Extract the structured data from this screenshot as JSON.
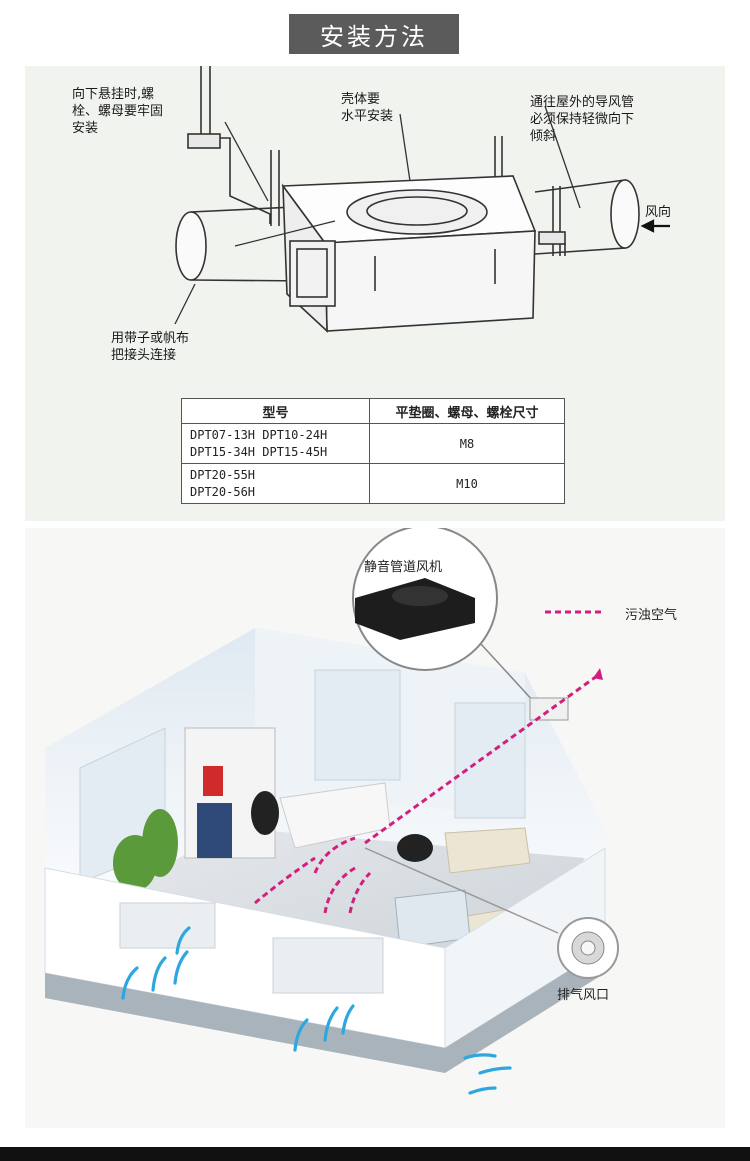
{
  "header": {
    "title": "安装方法"
  },
  "install_notes": {
    "bolt_note": "向下悬挂时,螺\n栓、螺母要牢固\n安装",
    "housing_note": "壳体要\n水平安装",
    "duct_note": "通往屋外的导风管\n必须保持轻微向下\n倾斜",
    "wind_label": "风向",
    "connector_note": "用带子或帆布\n把接头连接"
  },
  "spec_table": {
    "headers": [
      "型号",
      "平垫圈、螺母、螺栓尺寸"
    ],
    "rows": [
      {
        "models": "DPT07-13H  DPT10-24H\nDPT15-34H  DPT15-45H",
        "size": "M8"
      },
      {
        "models": "DPT20-55H\nDPT20-56H",
        "size": "M10"
      }
    ]
  },
  "room_diagram": {
    "fan_label": "静音管道风机",
    "dirty_air_label": "污浊空气",
    "vent_label": "排气风口"
  },
  "colors": {
    "title_bg": "#5b5b5b",
    "dirty_air": "#d21f7d",
    "fresh_air": "#2ea7df"
  }
}
